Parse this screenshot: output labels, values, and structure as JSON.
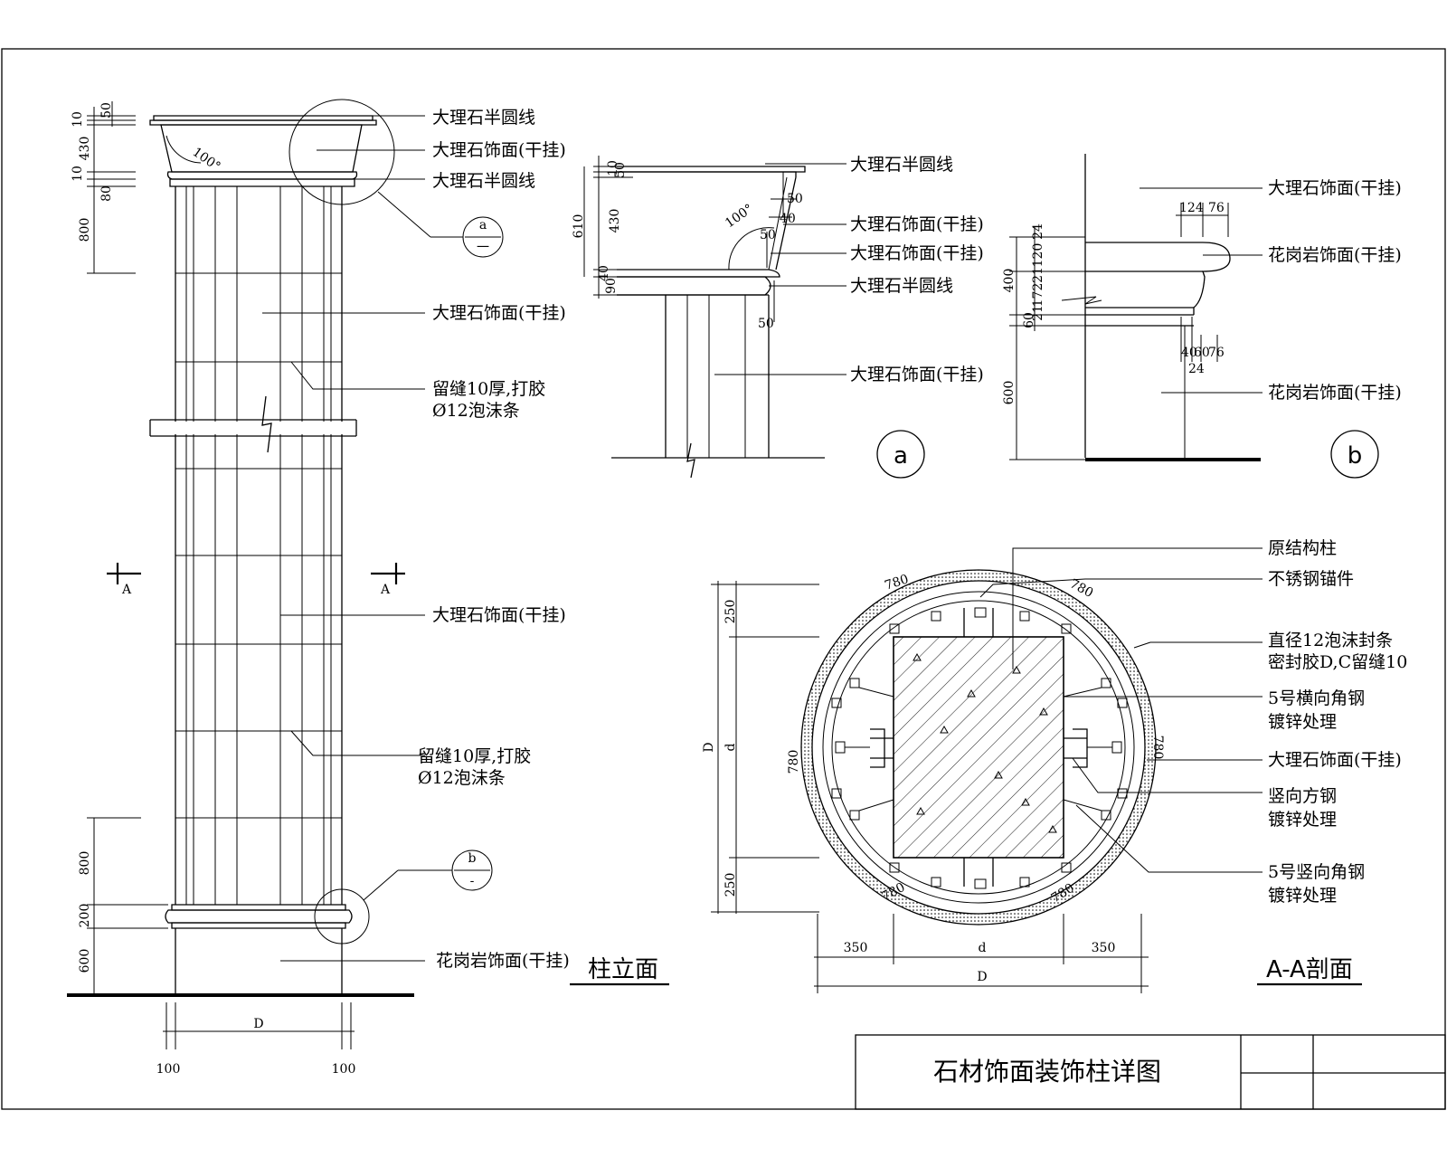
{
  "drawing_title": "石材饰面装饰柱详图",
  "views": {
    "elevation": {
      "title": "柱立面"
    },
    "section": {
      "title": "A-A剖面"
    },
    "detail_a": {
      "mark": "a"
    },
    "detail_b": {
      "mark": "b"
    }
  },
  "callouts": {
    "a_ref": {
      "top": "a",
      "bottom": "一"
    },
    "b_ref": {
      "top": "b",
      "bottom": "-"
    }
  },
  "section_marks": {
    "left": "A",
    "right": "A"
  },
  "elevation_labels": {
    "l1": "大理石半圆线",
    "l2": "大理石饰面(干挂)",
    "l3": "大理石半圆线",
    "l4": "大理石饰面(干挂)",
    "l5a": "留缝10厚,打胶",
    "l5b": "Ø12泡沫条",
    "l6": "大理石饰面(干挂)",
    "l7a": "留缝10厚,打胶",
    "l7b": "Ø12泡沫条",
    "l8": "花岗岩饰面(干挂)"
  },
  "elevation_dims": {
    "d50": "50",
    "d10a": "10",
    "d430": "430",
    "d10b": "10",
    "d80": "80",
    "d800a": "800",
    "d800b": "800",
    "d200": "200",
    "d600": "600",
    "width": "D",
    "left": "100",
    "right": "100",
    "angle": "100°"
  },
  "detail_a_labels": {
    "l1": "大理石半圆线",
    "l2": "大理石饰面(干挂)",
    "l3": "大理石饰面(干挂)",
    "l4": "大理石半圆线",
    "l5": "大理石饰面(干挂)"
  },
  "detail_a_dims": {
    "d10": "10",
    "d50": "50",
    "d430": "430",
    "d610": "610",
    "d40": "40",
    "d90": "90",
    "r50a": "50",
    "r40": "40",
    "r50b": "50",
    "r50c": "50",
    "angle": "100°"
  },
  "detail_b_labels": {
    "l1": "大理石饰面(干挂)",
    "l2": "花岗岩饰面(干挂)",
    "l3": "花岗岩饰面(干挂)"
  },
  "detail_b_dims": {
    "d124": "124",
    "d76a": "76",
    "d24": "24",
    "d120": "120",
    "d21a": "21",
    "d172": "172",
    "d21b": "21",
    "d400": "400",
    "d60": "60",
    "d600": "600",
    "d40": "40",
    "d60b": "60",
    "d76b": "76",
    "d24b": "24"
  },
  "section_labels": {
    "l1": "原结构柱",
    "l2": "不锈钢锚件",
    "l3a": "直径12泡沫封条",
    "l3b": "密封胶D,C留缝10",
    "l4a": "5号横向角钢",
    "l4b": "镀锌处理",
    "l5": "大理石饰面(干挂)",
    "l6a": "竖向方钢",
    "l6b": "镀锌处理",
    "l7a": "5号竖向角钢",
    "l7b": "镀锌处理"
  },
  "section_dims": {
    "a780_1": "780",
    "a780_2": "780",
    "a780_3": "780",
    "a780_4": "780",
    "a780_5": "780",
    "a780_6": "780",
    "v250a": "250",
    "v250b": "250",
    "vD": "D",
    "vd": "d",
    "h350a": "350",
    "hd": "d",
    "h350b": "350",
    "hD": "D"
  }
}
